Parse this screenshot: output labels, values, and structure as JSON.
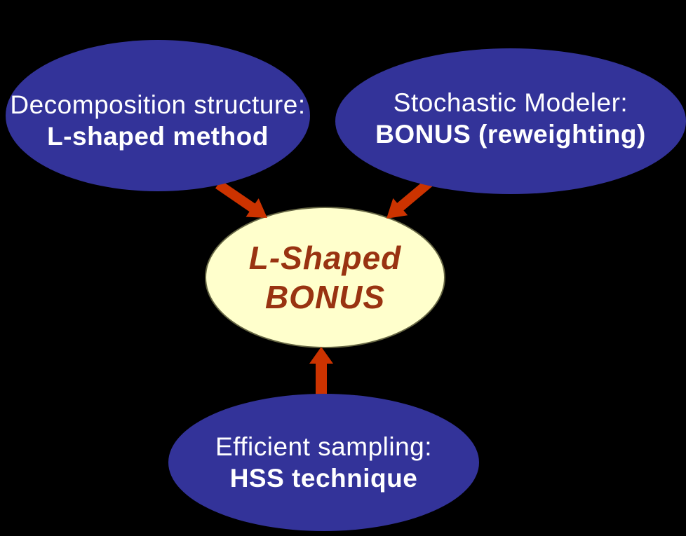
{
  "diagram": {
    "type": "concept-diagram",
    "background_color": "#000000",
    "colors": {
      "input_node_fill": "#333399",
      "input_node_text": "#ffffff",
      "center_node_fill": "#ffffcc",
      "center_node_border": "#666644",
      "center_node_text": "#993311",
      "arrow": "#cc3300"
    },
    "nodes": {
      "decomposition": {
        "line1": "Decomposition structure:",
        "line2": "L-shaped method"
      },
      "stochastic": {
        "line1": "Stochastic Modeler:",
        "line2": "BONUS (reweighting)"
      },
      "sampling": {
        "line1": "Efficient sampling:",
        "line2": "HSS technique"
      },
      "center": {
        "line1": "L-Shaped",
        "line2": "BONUS"
      }
    },
    "edges": [
      {
        "from": "decomposition",
        "to": "center"
      },
      {
        "from": "stochastic",
        "to": "center"
      },
      {
        "from": "sampling",
        "to": "center"
      }
    ]
  }
}
